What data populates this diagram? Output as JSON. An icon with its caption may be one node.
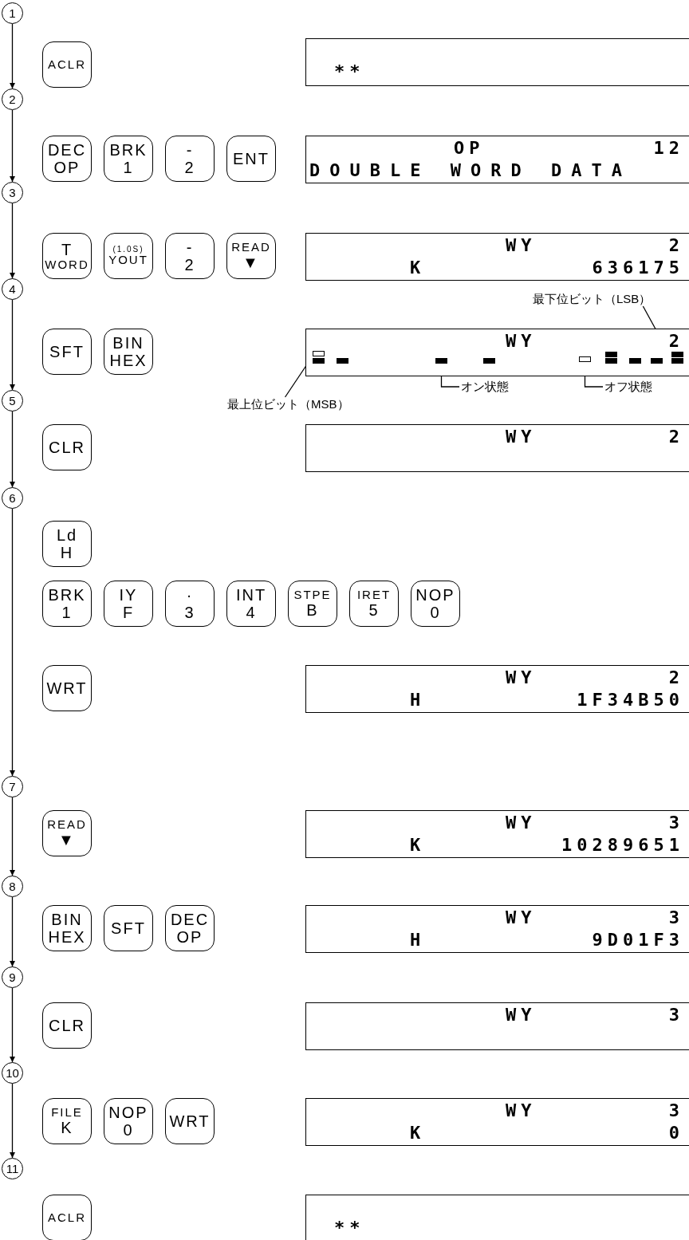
{
  "diagram": {
    "nodes": [
      {
        "text": [
          "1"
        ]
      },
      {
        "text": [
          "ACLR"
        ]
      },
      {
        "text": [
          "**"
        ]
      },
      {
        "text": [
          "2"
        ]
      },
      {
        "text": [
          "DEC",
          "OP"
        ]
      },
      {
        "text": [
          "BRK",
          "1"
        ]
      },
      {
        "text": [
          "-",
          "2"
        ]
      },
      {
        "text": [
          "ENT"
        ]
      },
      {
        "text": [
          "OP",
          "12",
          "DOUBLE WORD DATA"
        ]
      },
      {
        "text": [
          "3"
        ]
      },
      {
        "text": [
          "T",
          "WORD"
        ]
      },
      {
        "text": [
          "(1.0S)",
          "YOUT"
        ]
      },
      {
        "text": [
          "-",
          "2"
        ]
      },
      {
        "text": [
          "READ",
          "▼"
        ]
      },
      {
        "text": [
          "WY",
          "2",
          "K",
          "636175"
        ]
      },
      {
        "text": [
          "4"
        ]
      },
      {
        "text": [
          "SFT"
        ]
      },
      {
        "text": [
          "BIN",
          "HEX"
        ]
      },
      {
        "text": [
          "最下位ビット（LSB）"
        ]
      },
      {
        "text": [
          "WY",
          "2"
        ]
      },
      {
        "text": [],
        "shape": "bar",
        "in": 19
      },
      {
        "text": [],
        "shape": "bar",
        "in": 19
      },
      {
        "text": [],
        "shape": "bar",
        "in": 19
      },
      {
        "text": [],
        "shape": "bar",
        "in": 19
      },
      {
        "text": [
          "最上位ビット（MSB）"
        ]
      },
      {
        "text": [
          "オン状態"
        ]
      },
      {
        "text": [
          "オフ状態"
        ]
      },
      {
        "text": [
          "5"
        ]
      },
      {
        "text": [
          "CLR"
        ]
      },
      {
        "text": [
          "WY",
          "2"
        ]
      },
      {
        "text": [
          "6"
        ]
      },
      {
        "text": [
          "Ld",
          "H"
        ]
      },
      {
        "text": [
          "BRK",
          "1"
        ]
      },
      {
        "text": [
          "IY",
          "F"
        ]
      },
      {
        "text": [
          "·",
          "3"
        ]
      },
      {
        "text": [
          "INT",
          "4"
        ]
      },
      {
        "text": [
          "STPE",
          "B"
        ]
      },
      {
        "text": [
          "IRET",
          "5"
        ]
      },
      {
        "text": [
          "NOP",
          "0"
        ]
      },
      {
        "text": [
          "WRT"
        ]
      },
      {
        "text": [
          "WY",
          "2",
          "H",
          "1F34B50"
        ]
      },
      {
        "text": [
          "7"
        ]
      },
      {
        "text": [
          "READ",
          "▼"
        ]
      },
      {
        "text": [
          "WY",
          "3",
          "K",
          "10289651"
        ]
      },
      {
        "text": [
          "8"
        ]
      },
      {
        "text": [
          "BIN",
          "HEX"
        ]
      },
      {
        "text": [
          "SFT"
        ]
      },
      {
        "text": [
          "DEC",
          "OP"
        ]
      },
      {
        "text": [
          "WY",
          "3",
          "H",
          "9D01F3"
        ]
      },
      {
        "text": [
          "9"
        ]
      },
      {
        "text": [
          "CLR"
        ]
      },
      {
        "text": [
          "WY",
          "3"
        ]
      },
      {
        "text": [
          "10"
        ]
      },
      {
        "text": [
          "FILE",
          "K"
        ]
      },
      {
        "text": [
          "NOP",
          "0"
        ]
      },
      {
        "text": [
          "WRT"
        ]
      },
      {
        "text": [
          "WY",
          "3",
          "K",
          "0"
        ]
      },
      {
        "text": [
          "11"
        ]
      },
      {
        "text": [
          "ACLR"
        ]
      },
      {
        "text": [
          "**"
        ]
      }
    ],
    "edges": [
      {
        "from": 0,
        "to": 3,
        "arrow": "to"
      },
      {
        "from": 3,
        "to": 9,
        "arrow": "to"
      },
      {
        "from": 9,
        "to": 15,
        "arrow": "to"
      },
      {
        "from": 15,
        "to": 27,
        "arrow": "to"
      },
      {
        "from": 27,
        "to": 30,
        "arrow": "to"
      },
      {
        "from": 30,
        "to": 41,
        "arrow": "to"
      },
      {
        "from": 41,
        "to": 44,
        "arrow": "to"
      },
      {
        "from": 44,
        "to": 49,
        "arrow": "to"
      },
      {
        "from": 49,
        "to": 52,
        "arrow": "to"
      },
      {
        "from": 52,
        "to": 57,
        "arrow": "to"
      },
      {
        "from": 24,
        "to": 20,
        "arrow": "to"
      },
      {
        "from": 25,
        "to": 21,
        "arrow": "to"
      },
      {
        "from": 26,
        "to": 22,
        "arrow": "to"
      },
      {
        "from": 18,
        "to": 23,
        "arrow": "to"
      }
    ]
  }
}
